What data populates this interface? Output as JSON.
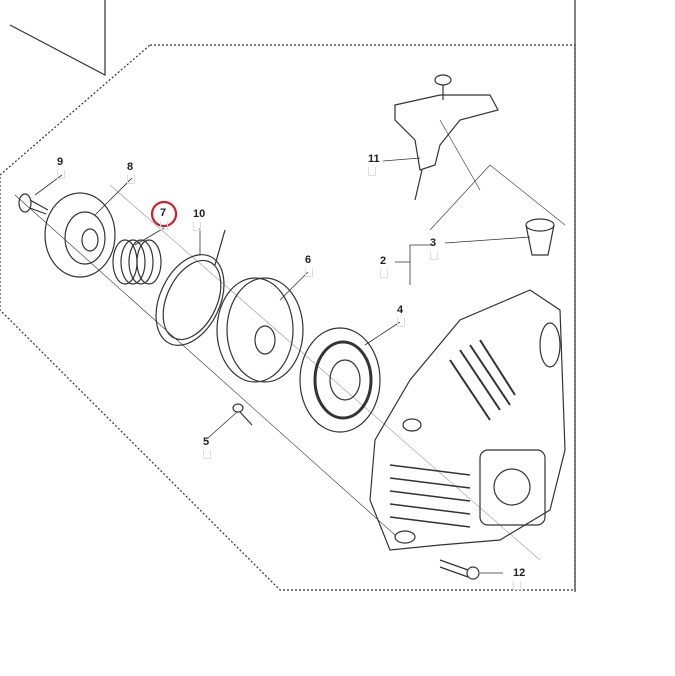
{
  "diagram": {
    "title": "Starter assembly exploded view",
    "highlight_color": "#d0202a",
    "highlighted_part": "7",
    "parts": [
      {
        "id": "p9",
        "label": "9"
      },
      {
        "id": "p8",
        "label": "8"
      },
      {
        "id": "p7",
        "label": "7"
      },
      {
        "id": "p10",
        "label": "10"
      },
      {
        "id": "p6",
        "label": "6"
      },
      {
        "id": "p4",
        "label": "4"
      },
      {
        "id": "p5",
        "label": "5"
      },
      {
        "id": "p11",
        "label": "11"
      },
      {
        "id": "p3",
        "label": "3"
      },
      {
        "id": "p2",
        "label": "2"
      },
      {
        "id": "p12",
        "label": "12"
      }
    ]
  }
}
